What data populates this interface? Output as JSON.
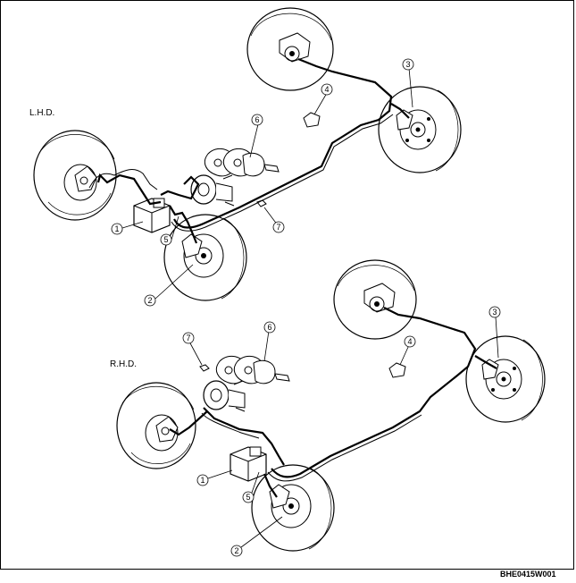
{
  "diagram": {
    "sections": [
      {
        "label": "L.H.D."
      },
      {
        "label": "R.H.D."
      }
    ],
    "callouts_lhd": [
      "1",
      "2",
      "3",
      "4",
      "5",
      "6",
      "7"
    ],
    "callouts_rhd": [
      "1",
      "2",
      "3",
      "4",
      "5",
      "6",
      "7"
    ],
    "code": "BHE0415W001"
  }
}
